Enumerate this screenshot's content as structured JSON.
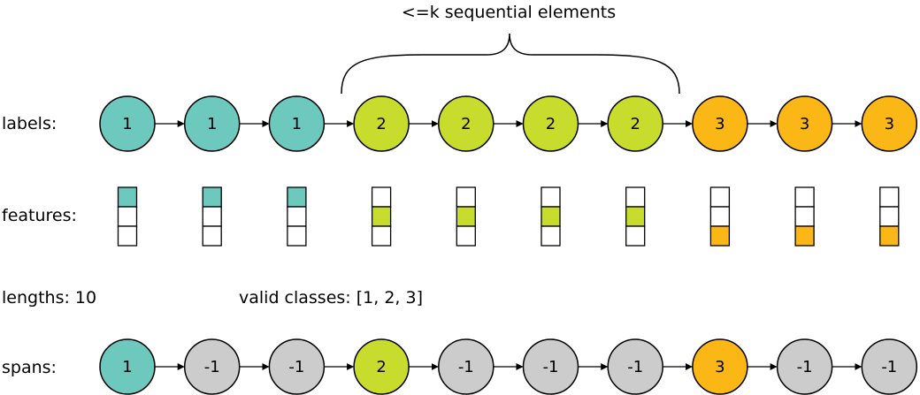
{
  "brace_label": "<=k sequential elements",
  "row_labels": {
    "labels": "labels:",
    "features": "features:",
    "spans": "spans:"
  },
  "lengths_text": "lengths: 10",
  "valid_classes_text": "valid classes: [1, 2, 3]",
  "colors": {
    "class_1": "#6dc8be",
    "class_2": "#c8dc2d",
    "class_3": "#fbb716",
    "invalid": "#cccccc",
    "stroke": "#000000"
  },
  "labels_row": [
    "1",
    "1",
    "1",
    "2",
    "2",
    "2",
    "2",
    "3",
    "3",
    "3"
  ],
  "feature_active_index": [
    0,
    0,
    0,
    1,
    1,
    1,
    1,
    2,
    2,
    2
  ],
  "feature_classes": [
    "class_1",
    "class_1",
    "class_1",
    "class_2",
    "class_2",
    "class_2",
    "class_2",
    "class_3",
    "class_3",
    "class_3"
  ],
  "spans_row": [
    "1",
    "-1",
    "-1",
    "2",
    "-1",
    "-1",
    "-1",
    "3",
    "-1",
    "-1"
  ]
}
